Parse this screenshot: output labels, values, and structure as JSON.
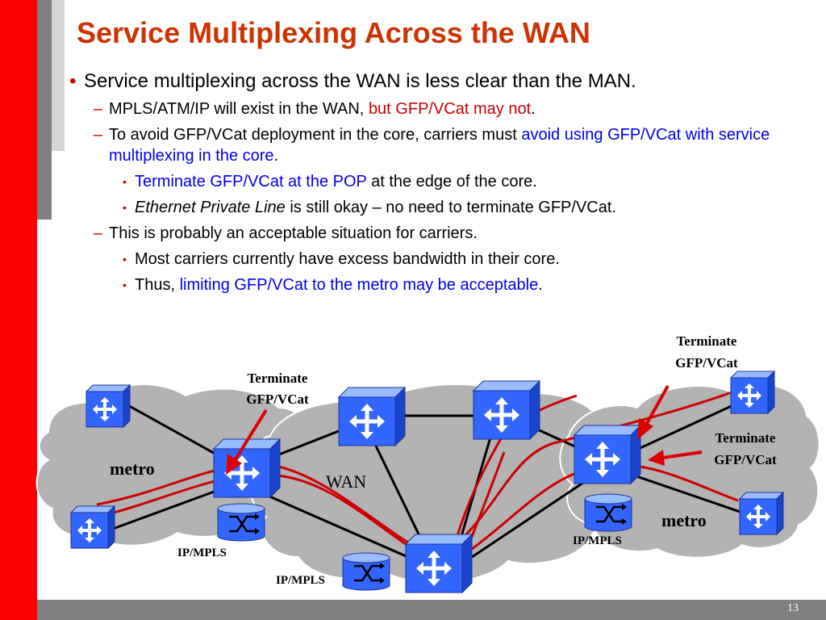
{
  "slide": {
    "title": "Service Multiplexing Across the WAN",
    "page_number": "13",
    "bullet_char": "•",
    "dash_char": "–",
    "dot_char": "•"
  },
  "bullets": {
    "b1": "Service multiplexing across the WAN is less clear than the MAN.",
    "b1_1_a": "MPLS/ATM/IP will exist in the WAN, ",
    "b1_1_b": "but GFP/VCat may not",
    "b1_1_c": ".",
    "b1_2_a": "To avoid GFP/VCat deployment in the core, carriers must ",
    "b1_2_b": "avoid using GFP/VCat with service multiplexing in the core",
    "b1_2_c": ".",
    "b1_2_1_a": "Terminate GFP/VCat at the POP",
    "b1_2_1_b": " at the edge of the core.",
    "b1_2_2_a": "Ethernet Private Line",
    "b1_2_2_b": " is still okay – no need to terminate GFP/VCat.",
    "b1_3": "This is probably an acceptable situation for carriers.",
    "b1_3_1": "Most carriers currently have excess bandwidth in their core.",
    "b1_3_2_a": "Thus, ",
    "b1_3_2_b": "limiting GFP/VCat to the metro may be acceptable",
    "b1_3_2_c": "."
  },
  "diagram": {
    "metro_left": "metro",
    "metro_right": "metro",
    "wan": "WAN",
    "ipmpls_1": "IP/MPLS",
    "ipmpls_2": "IP/MPLS",
    "ipmpls_3": "IP/MPLS",
    "term1_line1": "Terminate",
    "term1_line2": "GFP/VCat",
    "term2_line1": "Terminate",
    "term2_line2": "GFP/VCat",
    "term3_line1": "Terminate",
    "term3_line2": "GFP/VCat",
    "icon_router": "switch-router-icon",
    "icon_db": "mpls-router-cylinder-icon"
  },
  "colors": {
    "accent_red": "#ff0000",
    "title": "#cc3300",
    "emphasis_red": "#cc0000",
    "emphasis_blue": "#0000ee",
    "router_blue": "#3366ff",
    "cloud_gray": "#b3b3b3",
    "footer_gray": "#808080"
  }
}
